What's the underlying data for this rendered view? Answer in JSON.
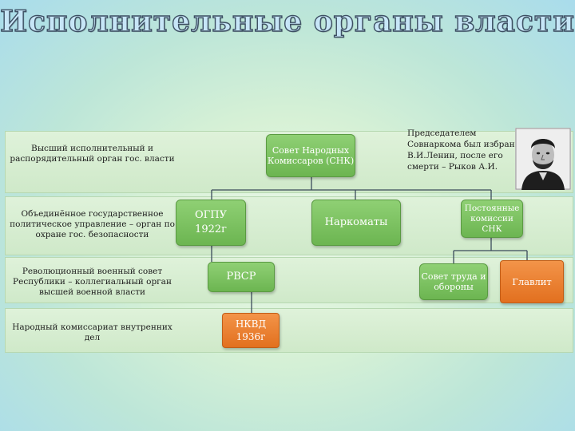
{
  "title": "Исполнительные органы власти",
  "rows": [
    {
      "label": "Высший исполнительный и распорядительный орган гос. власти"
    },
    {
      "label": "Объединённое государственное политическое управление – орган по охране гос. безопасности"
    },
    {
      "label": "Революционный военный совет Республики – коллегиальный орган высшей военной власти"
    },
    {
      "label": "Народный комиссариат внутренних дел"
    }
  ],
  "boxes": {
    "snk": "Совет Народных Комиссаров (СНК)",
    "ogpu_name": "ОГПУ",
    "ogpu_year": "1922г",
    "narkomaty": "Наркоматы",
    "postoyannye": "Постоянные комиссии СНК",
    "rvsr": "РВСР",
    "nkvd_name": "НКВД",
    "nkvd_year": "1936г",
    "sovet_truda": "Совет труда и обороны",
    "glavlit": "Главлит"
  },
  "note": "Председателем Совнаркома был избран В.И.Ленин, после его смерти – Рыков А.И.",
  "colors": {
    "green_box": "#7cc25f",
    "orange_box": "#ec7f2e",
    "connector": "#3a4a5a"
  }
}
